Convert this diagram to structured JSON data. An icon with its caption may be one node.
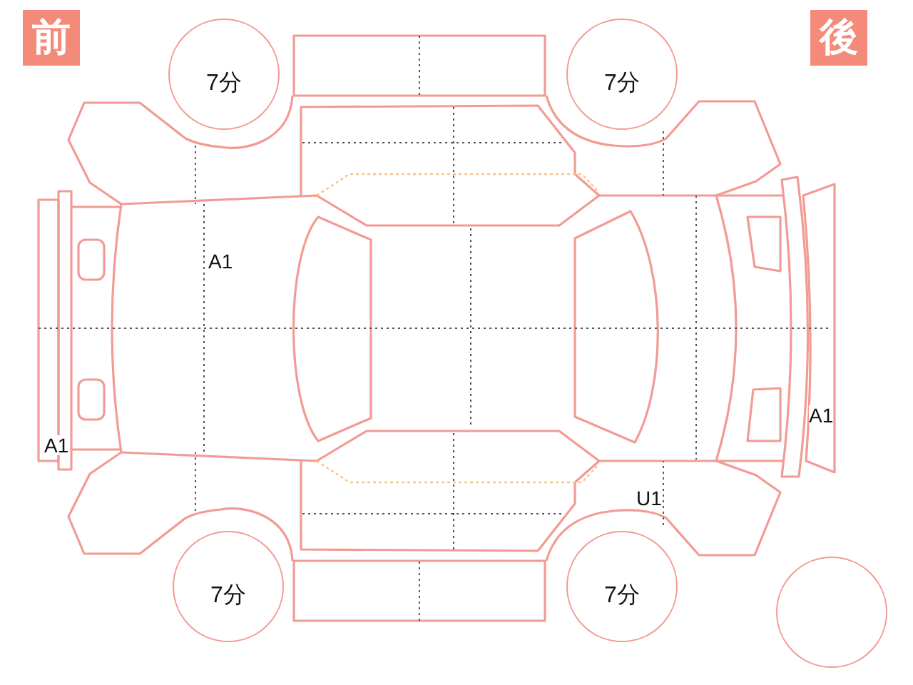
{
  "diagram": {
    "nodes": [
      {
        "text": [
          "前"
        ]
      },
      {
        "text": [
          "7分"
        ]
      },
      {
        "text": [
          "7分"
        ]
      },
      {
        "text": [
          "後"
        ]
      },
      {
        "text": [
          "7分"
        ]
      },
      {
        "text": [
          "7分"
        ]
      },
      {
        "text": [],
        "shape": "circle"
      }
    ],
    "labels": [
      "A1",
      "A1",
      "A1",
      "U1"
    ]
  }
}
